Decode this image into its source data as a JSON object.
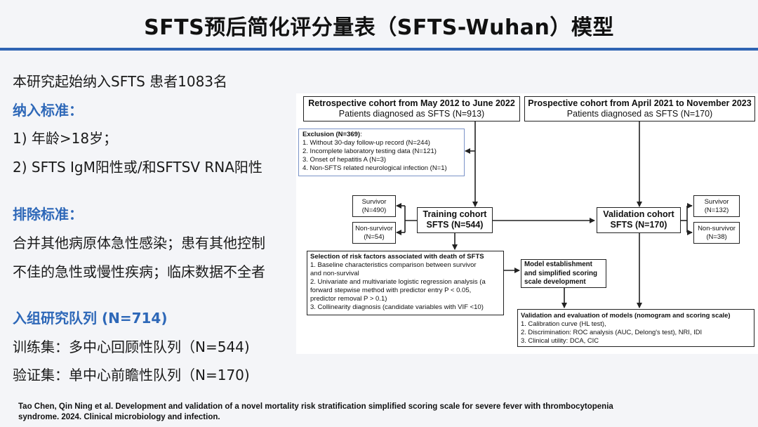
{
  "title": "SFTS预后简化评分量表（SFTS-Wuhan）模型",
  "left": {
    "intro": "本研究起始纳入SFTS 患者1083名",
    "inclusion_heading": "纳入标准：",
    "inclusion_1": "1) 年龄>18岁；",
    "inclusion_2": "2) SFTS IgM阳性或/和SFTSV RNA阳性",
    "exclusion_heading": "排除标准：",
    "exclusion_line1": "合并其他病原体急性感染；患有其他控制",
    "exclusion_line2": "不佳的急性或慢性疾病；临床数据不全者",
    "cohort_heading": "入组研究队列 (N=714)",
    "training": "训练集：多中心回顾性队列（N=544)",
    "validation": "验证集：单中心前瞻性队列（N=170)"
  },
  "diagram": {
    "retro_title": "Retrospective cohort from May 2012 to June 2022",
    "retro_sub": "Patients diagnosed as SFTS (N=913)",
    "pro_title": "Prospective cohort from April 2021 to November 2023",
    "pro_sub": "Patients diagnosed as SFTS (N=170)",
    "exclusion_title": "Exclusion (N=369)",
    "exclusion_colon": ":",
    "exclusion_items": [
      "1. Without 30-day follow-up record (N=244)",
      "2. Incomplete laboratory testing data (N=121)",
      "3. Onset of hepatitis A (N=3)",
      "4. Non-SFTS related neurological infection (N=1)"
    ],
    "train_survivor_label": "Survivor",
    "train_survivor_n": "(N=490)",
    "train_nonsurvivor_label": "Non-survivor",
    "train_nonsurvivor_n": "(N=54)",
    "training_title": "Training cohort",
    "training_n": "SFTS (N=544)",
    "validation_title": "Validation cohort",
    "validation_n": "SFTS (N=170)",
    "val_survivor_label": "Survivor",
    "val_survivor_n": "(N=132)",
    "val_nonsurvivor_label": "Non-survivor",
    "val_nonsurvivor_n": "(N=38)",
    "selection_title": "Selection of risk factors associated with death of SFTS",
    "selection_items": [
      "1. Baseline characteristics comparison between survivor",
      "and non-survival",
      "2. Univariate and multivariate logistic regression analysis (a",
      "forward stepwise method with predictor entry P < 0.05,",
      "predictor removal P > 0.1)",
      "3. Collinearity diagnosis (candidate variables with VIF <10)"
    ],
    "model_lines": [
      "Model establishment",
      "and simplified scoring",
      "scale development"
    ],
    "eval_title": "Validation and evaluation of models (nomogram and scoring scale)",
    "eval_items": [
      "1. Calibration curve (HL test),",
      "2. Discrimination: ROC analysis (AUC, Delong's test), NRI, IDI",
      "3. Clinical utility: DCA, CIC"
    ]
  },
  "citation_line1": "Tao Chen, Qin Ning et al. Development and validation of a novel mortality risk stratification simplified scoring scale for severe fever with thrombocytopenia",
  "citation_line2": "syndrome. 2024. Clinical microbiology and infection."
}
